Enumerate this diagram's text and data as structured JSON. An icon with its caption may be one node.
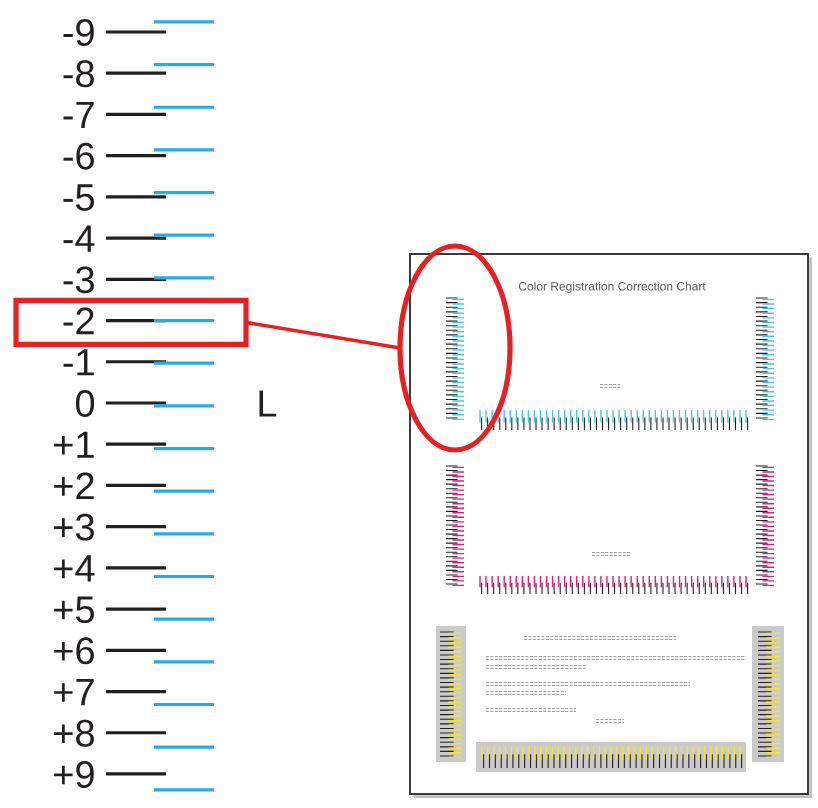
{
  "diagram": {
    "nodes": [
      {
        "text": [
          "-2"
        ]
      },
      {
        "text": [
          "Color Registration Correction Chart"
        ]
      },
      {
        "text": [],
        "shape": "ellipse"
      }
    ],
    "edges": [
      {
        "from": 0,
        "to": 2,
        "arrow": "none"
      }
    ],
    "labels": [
      "-9",
      "-8",
      "-7",
      "-6",
      "-5",
      "-4",
      "-3",
      "-1",
      "0",
      "L",
      "+1",
      "+2",
      "+3",
      "+4",
      "+5",
      "+6",
      "+7",
      "+8",
      "+9"
    ]
  }
}
